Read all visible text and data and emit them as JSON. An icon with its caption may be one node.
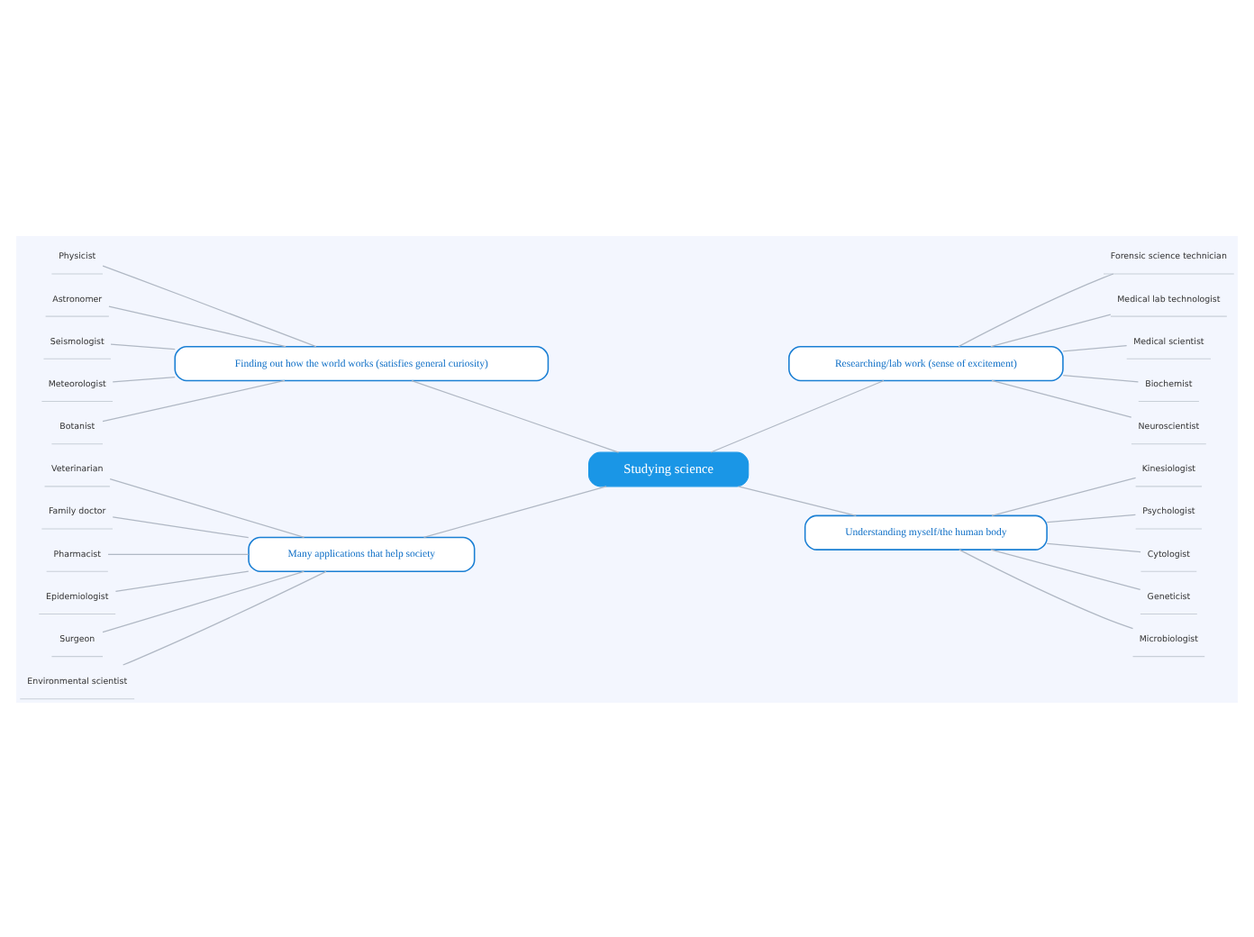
{
  "diagram": {
    "nodes": [
      {
        "text": [
          "Studying science"
        ]
      },
      {
        "text": [
          "Finding out how the world works (satisfies general curiosity)"
        ]
      },
      {
        "text": [
          "Physicist"
        ]
      },
      {
        "text": [
          "Astronomer"
        ]
      },
      {
        "text": [
          "Seismologist"
        ]
      },
      {
        "text": [
          "Meteorologist"
        ]
      },
      {
        "text": [
          "Botanist"
        ]
      },
      {
        "text": [
          "Researching/lab work (sense of excitement)"
        ]
      },
      {
        "text": [
          "Forensic science technician"
        ]
      },
      {
        "text": [
          "Medical lab technologist"
        ]
      },
      {
        "text": [
          "Medical scientist"
        ]
      },
      {
        "text": [
          "Biochemist"
        ]
      },
      {
        "text": [
          "Neuroscientist"
        ]
      },
      {
        "text": [
          "Many applications that help society"
        ]
      },
      {
        "text": [
          "Veterinarian"
        ]
      },
      {
        "text": [
          "Family doctor"
        ]
      },
      {
        "text": [
          "Pharmacist"
        ]
      },
      {
        "text": [
          "Epidemiologist"
        ]
      },
      {
        "text": [
          "Surgeon"
        ]
      },
      {
        "text": [
          "Environmental scientist"
        ]
      },
      {
        "text": [
          "Understanding myself/the human body"
        ]
      },
      {
        "text": [
          "Kinesiologist"
        ]
      },
      {
        "text": [
          "Psychologist"
        ]
      },
      {
        "text": [
          "Cytologist"
        ]
      },
      {
        "text": [
          "Geneticist"
        ]
      },
      {
        "text": [
          "Microbiologist"
        ]
      }
    ],
    "edges": [
      {
        "from": 0,
        "to": 1,
        "arrow": "none"
      },
      {
        "from": 1,
        "to": 2,
        "arrow": "none"
      },
      {
        "from": 1,
        "to": 3,
        "arrow": "none"
      },
      {
        "from": 1,
        "to": 4,
        "arrow": "none"
      },
      {
        "from": 1,
        "to": 5,
        "arrow": "none"
      },
      {
        "from": 1,
        "to": 6,
        "arrow": "none"
      },
      {
        "from": 0,
        "to": 7,
        "arrow": "none"
      },
      {
        "from": 7,
        "to": 8,
        "arrow": "none"
      },
      {
        "from": 7,
        "to": 9,
        "arrow": "none"
      },
      {
        "from": 7,
        "to": 10,
        "arrow": "none"
      },
      {
        "from": 7,
        "to": 11,
        "arrow": "none"
      },
      {
        "from": 7,
        "to": 12,
        "arrow": "none"
      },
      {
        "from": 0,
        "to": 13,
        "arrow": "none"
      },
      {
        "from": 13,
        "to": 14,
        "arrow": "none"
      },
      {
        "from": 13,
        "to": 15,
        "arrow": "none"
      },
      {
        "from": 13,
        "to": 16,
        "arrow": "none"
      },
      {
        "from": 13,
        "to": 17,
        "arrow": "none"
      },
      {
        "from": 13,
        "to": 18,
        "arrow": "none"
      },
      {
        "from": 13,
        "to": 19,
        "arrow": "none"
      },
      {
        "from": 0,
        "to": 20,
        "arrow": "none"
      },
      {
        "from": 20,
        "to": 21,
        "arrow": "none"
      },
      {
        "from": 20,
        "to": 22,
        "arrow": "none"
      },
      {
        "from": 20,
        "to": 23,
        "arrow": "none"
      },
      {
        "from": 20,
        "to": 24,
        "arrow": "none"
      },
      {
        "from": 20,
        "to": 25,
        "arrow": "none"
      }
    ]
  }
}
